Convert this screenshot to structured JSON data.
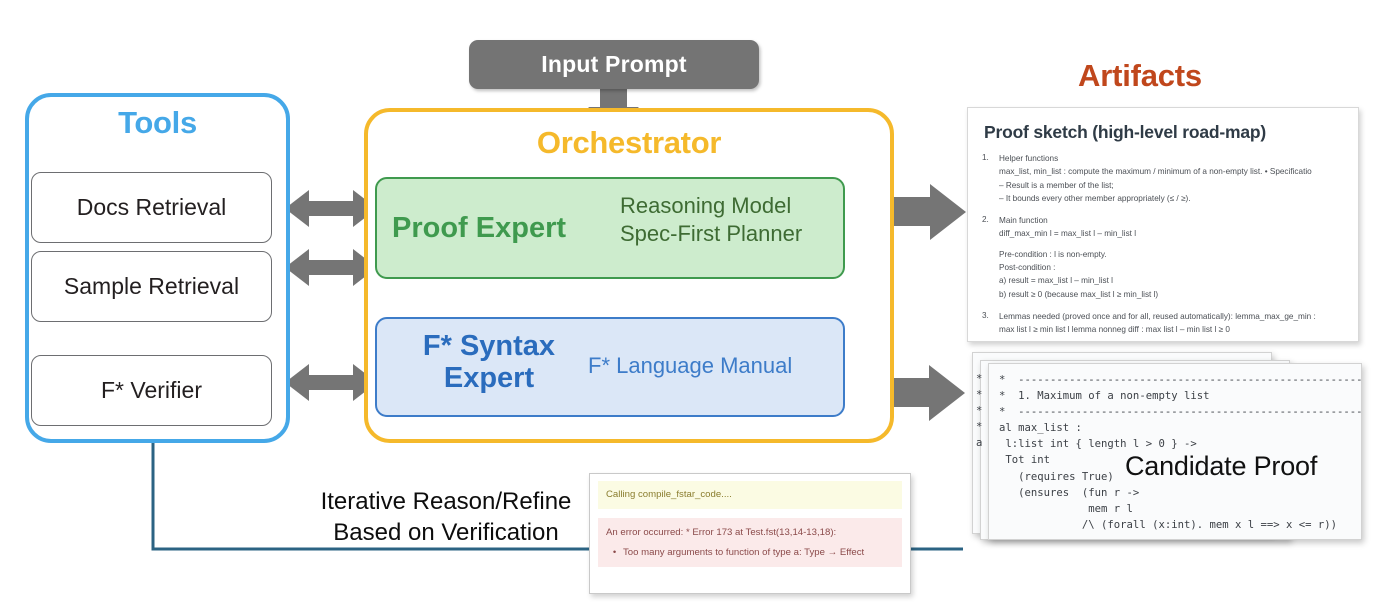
{
  "diagram": {
    "title_artifacts": "Artifacts",
    "input_prompt": "Input Prompt"
  },
  "tools": {
    "title": "Tools",
    "color": "#45a8e8",
    "items": [
      {
        "label": "Docs Retrieval"
      },
      {
        "label": "Sample Retrieval"
      },
      {
        "label": "F* Verifier"
      }
    ]
  },
  "orchestrator": {
    "title": "Orchestrator",
    "color": "#f5b92b",
    "experts": [
      {
        "name": "Proof Expert",
        "subtitle_line1": "Reasoning Model",
        "subtitle_line2": "Spec-First Planner",
        "fill": "#cdeccd",
        "stroke": "#3f9a4e"
      },
      {
        "name_line1": "F* Syntax",
        "name_line2": "Expert",
        "subtitle": "F* Language Manual",
        "fill": "#dbe7f7",
        "stroke": "#3d7cc9"
      }
    ]
  },
  "proof_sketch": {
    "heading": "Proof sketch (high-level road-map)",
    "items": [
      {
        "num": "1.",
        "lines": [
          "Helper functions",
          "max_list, min_list : compute the maximum / minimum of a non-empty list. • Specificatio",
          "– Result is a member of the list;",
          "– It bounds every other member appropriately (≤ / ≥)."
        ]
      },
      {
        "num": "2.",
        "lines": [
          "Main function",
          "diff_max_min l = max_list l – min_list l",
          "",
          "Pre-condition : l is non-empty.",
          "Post-condition :",
          "a) result = max_list l – min_list l",
          "b) result ≥ 0 (because max_list l ≥ min_list l)"
        ]
      },
      {
        "num": "3.",
        "lines": [
          "Lemmas needed (proved once and for all, reused automatically): lemma_max_ge_min :",
          "max  list l ≥ min  list l lemma  nonneg  diff : max  list l – min  list l ≥ 0"
        ]
      }
    ]
  },
  "candidate_proof": {
    "label": "Candidate Proof",
    "code_lines": [
      "*  ------------------------------------------------------",
      "*  1. Maximum of a non-empty list",
      "*  ------------------------------------------------------",
      "al max_list :",
      " l:list int { length l > 0 } ->",
      " Tot int",
      "   (requires True)",
      "   (ensures  (fun r ->",
      "              mem r l",
      "             /\\ (forall (x:int). mem x l ==> x <= r))"
    ],
    "peek_lines": [
      "*",
      "*",
      "*",
      "*",
      "a"
    ]
  },
  "verification": {
    "calling": "Calling compile_fstar_code....",
    "error_header": "An error occurred: * Error 173 at Test.fst(13,14-13,18):",
    "bullet": "•",
    "error_detail": "Too many arguments to function of type a: Type → Effect"
  },
  "feedback": {
    "line1": "Iterative Reason/Refine",
    "line2": "Based on Verification",
    "color": "#2b6383"
  },
  "arrows": {
    "color": "#757575",
    "bidirectional_count": 3,
    "output_count": 2
  }
}
